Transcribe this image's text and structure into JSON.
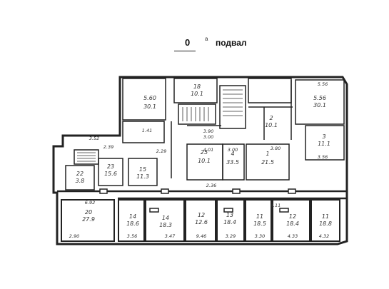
{
  "header": {
    "floor_number": "0",
    "floor_mark": "а",
    "floor_name": "подвал"
  },
  "room_labels": [
    {
      "id": "r1",
      "top": "5.60",
      "bottom": "30.1"
    },
    {
      "id": "r2",
      "top": "18",
      "bottom": "10.1"
    },
    {
      "id": "r3",
      "top": "2",
      "bottom": "10.1"
    },
    {
      "id": "r4",
      "top": "5.56",
      "bottom": "30.1"
    },
    {
      "id": "r5",
      "top": "3",
      "bottom": "11.1"
    },
    {
      "id": "r6",
      "top": "22",
      "bottom": "3.8"
    },
    {
      "id": "r7",
      "top": "23",
      "bottom": "15.6"
    },
    {
      "id": "r8",
      "top": "15",
      "bottom": "11.3"
    },
    {
      "id": "r9",
      "top": "25",
      "bottom": "10.1"
    },
    {
      "id": "r10",
      "top": "4",
      "bottom": "33.5"
    },
    {
      "id": "r11",
      "top": "1",
      "bottom": "21.5"
    },
    {
      "id": "r12",
      "top": "20",
      "bottom": "27.9"
    },
    {
      "id": "r13",
      "top": "14",
      "bottom": "18.6"
    },
    {
      "id": "r14",
      "top": "14",
      "bottom": "18.3"
    },
    {
      "id": "r15",
      "top": "12",
      "bottom": "12.6"
    },
    {
      "id": "r16",
      "top": "13",
      "bottom": "18.4"
    },
    {
      "id": "r17",
      "top": "11",
      "bottom": "18.5"
    },
    {
      "id": "r18",
      "top": "12",
      "bottom": "18.4"
    },
    {
      "id": "r19",
      "top": "11",
      "bottom": "18.8"
    }
  ],
  "dimensions": [
    "6.92",
    "2.90",
    "3.47",
    "3.56",
    "9.46",
    "3.29",
    "3.30",
    "4.33",
    "4.32",
    "3.52",
    "2.39",
    "3.90",
    "3.00",
    "3.80",
    "3.56",
    "4.01",
    "3.00",
    "2.29",
    "1.41",
    "4.11",
    "5.56",
    "2.36"
  ]
}
